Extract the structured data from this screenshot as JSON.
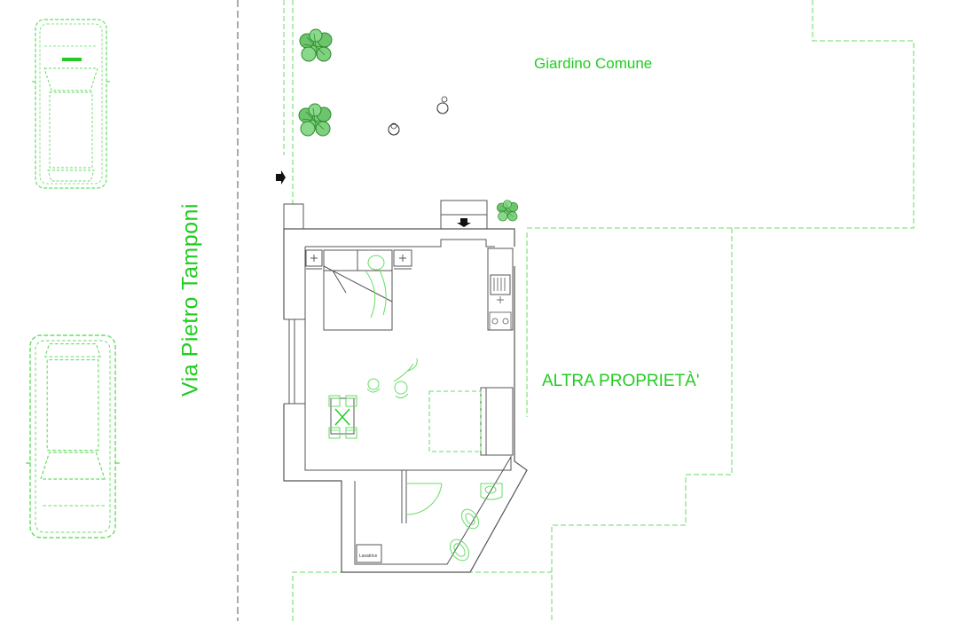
{
  "labels": {
    "street": "Via Pietro Tamponi",
    "common_garden": "Giardino Comune",
    "other_property": "ALTRA PROPRIETÀ'",
    "laundry": "Lavatrice"
  },
  "colors": {
    "annotation_green": "#22cc22",
    "cad_green": "#66dd66",
    "wall": "#555555",
    "entry_arrow": "#111111"
  },
  "icons": [
    "car-icon",
    "tree-icon",
    "person-icon",
    "entry-arrow-icon",
    "bed-icon",
    "sofa-icon",
    "dining-table-icon",
    "sink-icon",
    "stove-icon",
    "toilet-icon",
    "bidet-icon",
    "shower-icon"
  ]
}
